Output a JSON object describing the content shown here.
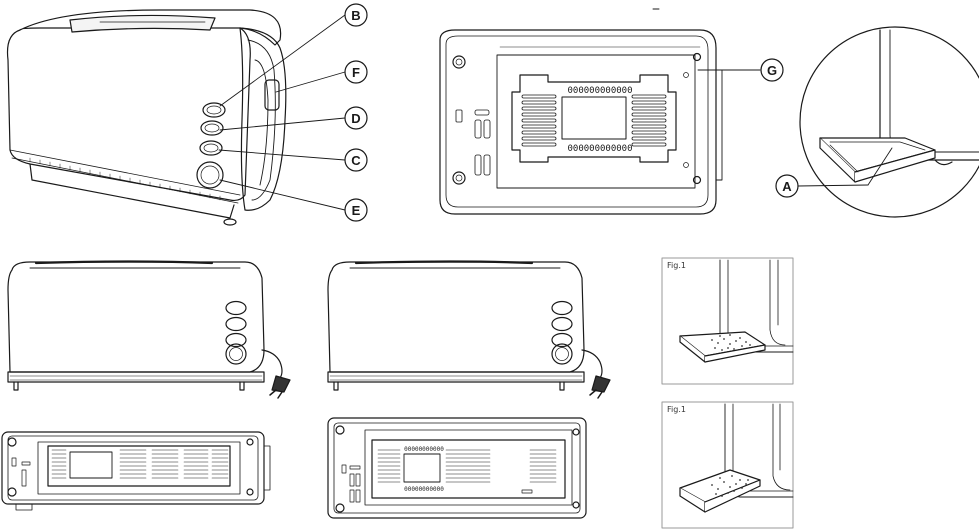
{
  "callouts": {
    "A": "A",
    "B": "B",
    "C": "C",
    "D": "D",
    "E": "E",
    "F": "F",
    "G": "G"
  },
  "base_plate_code_top": "000000000000",
  "base_plate_code_bottom": "000000000000",
  "small_base_code_top": "00000000000",
  "small_base_code_bottom": "00000000000",
  "fig_labels": [
    "Fig.1",
    "Fig.1"
  ],
  "colors": {
    "stroke": "#1a1a1a",
    "paper": "#ffffff",
    "frame": "#999999"
  }
}
